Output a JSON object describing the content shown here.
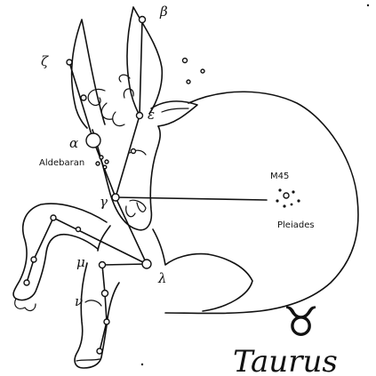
{
  "title": "Taurus",
  "zodiac_symbol": "♉",
  "labels": {
    "beta": "β",
    "zeta": "ζ",
    "epsilon": "ε",
    "alpha": "α",
    "aldebaran": "Aldebaran",
    "gamma": "γ",
    "m45": "M45",
    "pleiades": "Pleiades",
    "mu": "μ",
    "lambda": "λ",
    "nu": "ν"
  },
  "colors": {
    "ink": "#111111",
    "background": "#ffffff"
  }
}
